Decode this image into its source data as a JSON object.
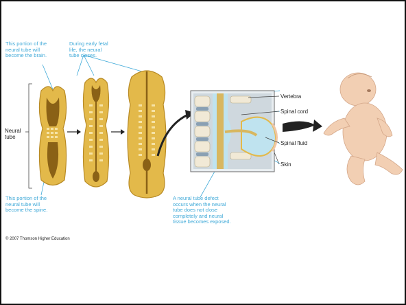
{
  "labels": {
    "brain_note": "This portion of the\nneural tube will\nbecome the brain.",
    "fetal_note": "During early fetal\nlife, the neural\ntube closes.",
    "spine_note": "This portion of the\nneural tube will\nbecome the spine.",
    "neural_tube": "Neural\ntube",
    "defect_note": "A neural tube defect\noccurs when the neural\ntube does not close\ncompletely and neural\ntissue becomes exposed.",
    "vertebra": "Vertebra",
    "spinal_cord": "Spinal cord",
    "spinal_fluid": "Spinal fluid",
    "skin": "Skin"
  },
  "copyright": "© 2007 Thomson Higher Education",
  "colors": {
    "leader_line": "#3fa9d8",
    "tube_fill": "#e3b94a",
    "tube_dark": "#b88a24",
    "skin_tone": "#f2cfb3"
  }
}
